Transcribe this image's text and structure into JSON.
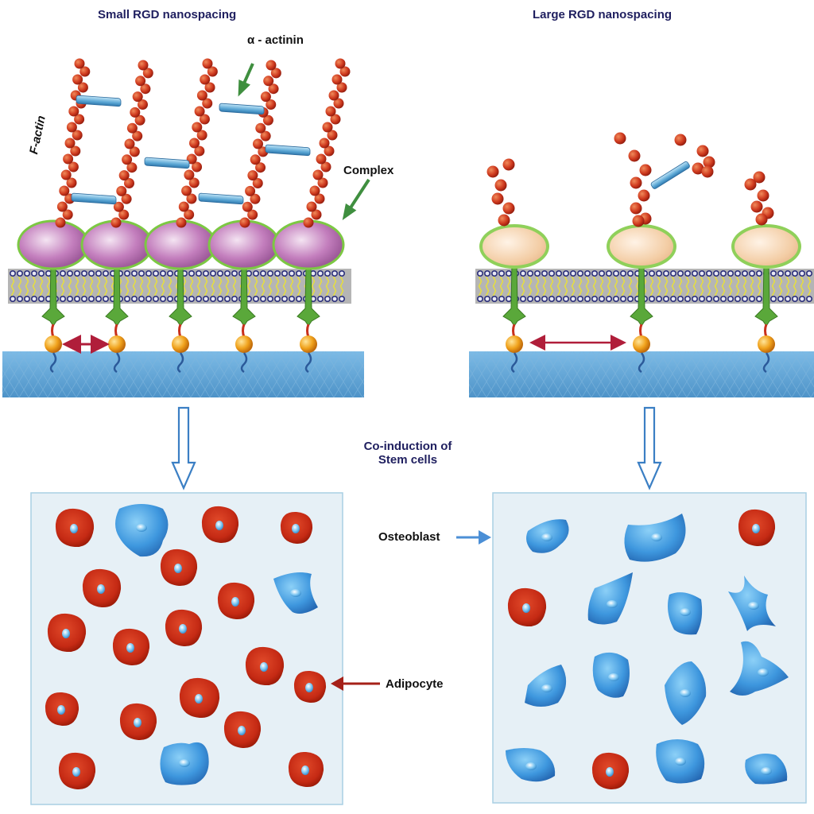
{
  "titles": {
    "left": "Small RGD nanospacing",
    "right": "Large RGD nanospacing"
  },
  "labels": {
    "alpha_actinin": "α - actinin",
    "f_actin": "F-actin",
    "complex": "Complex",
    "co_induction_line1": "Co-induction of",
    "co_induction_line2": "Stem cells",
    "osteoblast": "Osteoblast",
    "adipocyte": "Adipocyte"
  },
  "colors": {
    "actin": "#c8361e",
    "linker": "#5ba8d6",
    "complex_small": "#c07ab8",
    "complex_large": "#f2cfa8",
    "complex_border": "#7cc843",
    "membrane": "#b8b8b8",
    "substrate": "#5a9fd0",
    "adipocyte": "#c42a16",
    "osteoblast": "#4a9ede",
    "arrow_red": "#b01e3a",
    "arrow_blue": "#4b8fd6",
    "title": "#1f1f5f"
  }
}
